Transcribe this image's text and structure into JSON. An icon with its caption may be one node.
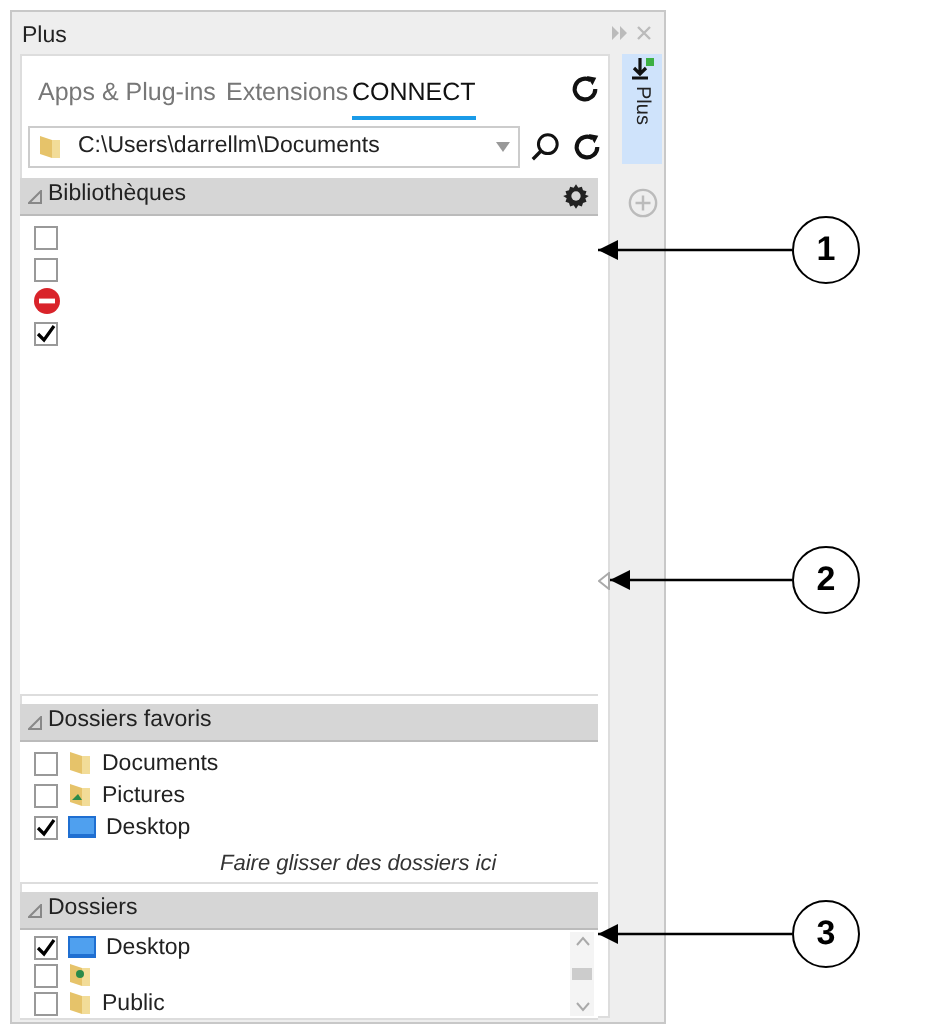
{
  "diagram": {
    "nodes": [
      {
        "text": [
          "Bibliothèques"
        ]
      },
      {
        "text": [],
        "shape": "triangle"
      },
      {
        "text": [
          "Dossiers favoris"
        ]
      },
      {
        "text": [
          "Dossiers"
        ]
      },
      {
        "text": [
          "1"
        ]
      },
      {
        "text": [
          "2"
        ]
      },
      {
        "text": [
          "3"
        ]
      }
    ],
    "edges": [
      {
        "from": 4,
        "to": 0,
        "arrow": "to"
      },
      {
        "from": 5,
        "to": 1,
        "arrow": "to"
      },
      {
        "from": 6,
        "to": 3,
        "arrow": "to"
      }
    ],
    "labels": [
      "Plus",
      "Apps & Plug-ins",
      "Extensions",
      "CONNECT",
      "C:\\Users\\darrellm\\Documents",
      "Plus",
      "Documents",
      "Pictures",
      "Desktop",
      "Faire glisser des dossiers ici",
      "Desktop",
      "Public"
    ]
  }
}
